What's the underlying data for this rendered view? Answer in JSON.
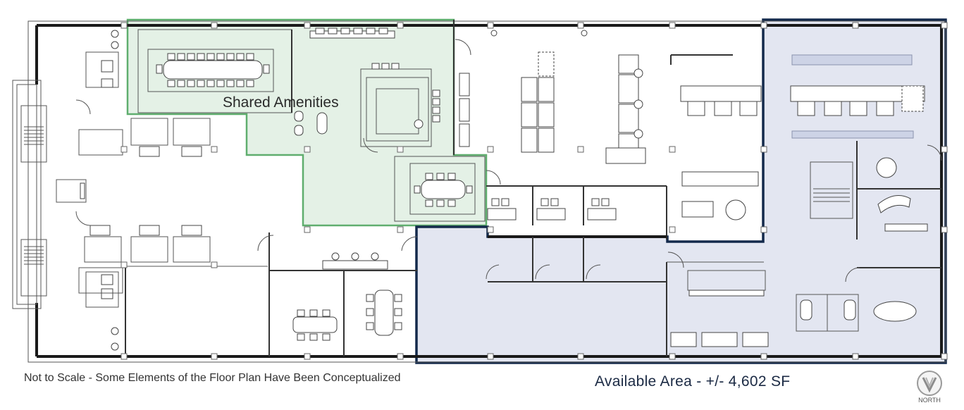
{
  "plan": {
    "shared_label": "Shared Amenities",
    "footer_note": "Not to Scale - Some Elements of the Floor Plan Have Been Conceptualized",
    "available_area": "Available Area - +/- 4,602 SF",
    "north_label": "NORTH"
  },
  "colors": {
    "shared_fill": "#e4f1e6",
    "shared_outline": "#5fae6e",
    "available_fill": "#e3e6f1",
    "available_outline": "#13294b",
    "wall": "#1a1a1a"
  },
  "icons": {
    "north": "north-arrow-icon"
  }
}
